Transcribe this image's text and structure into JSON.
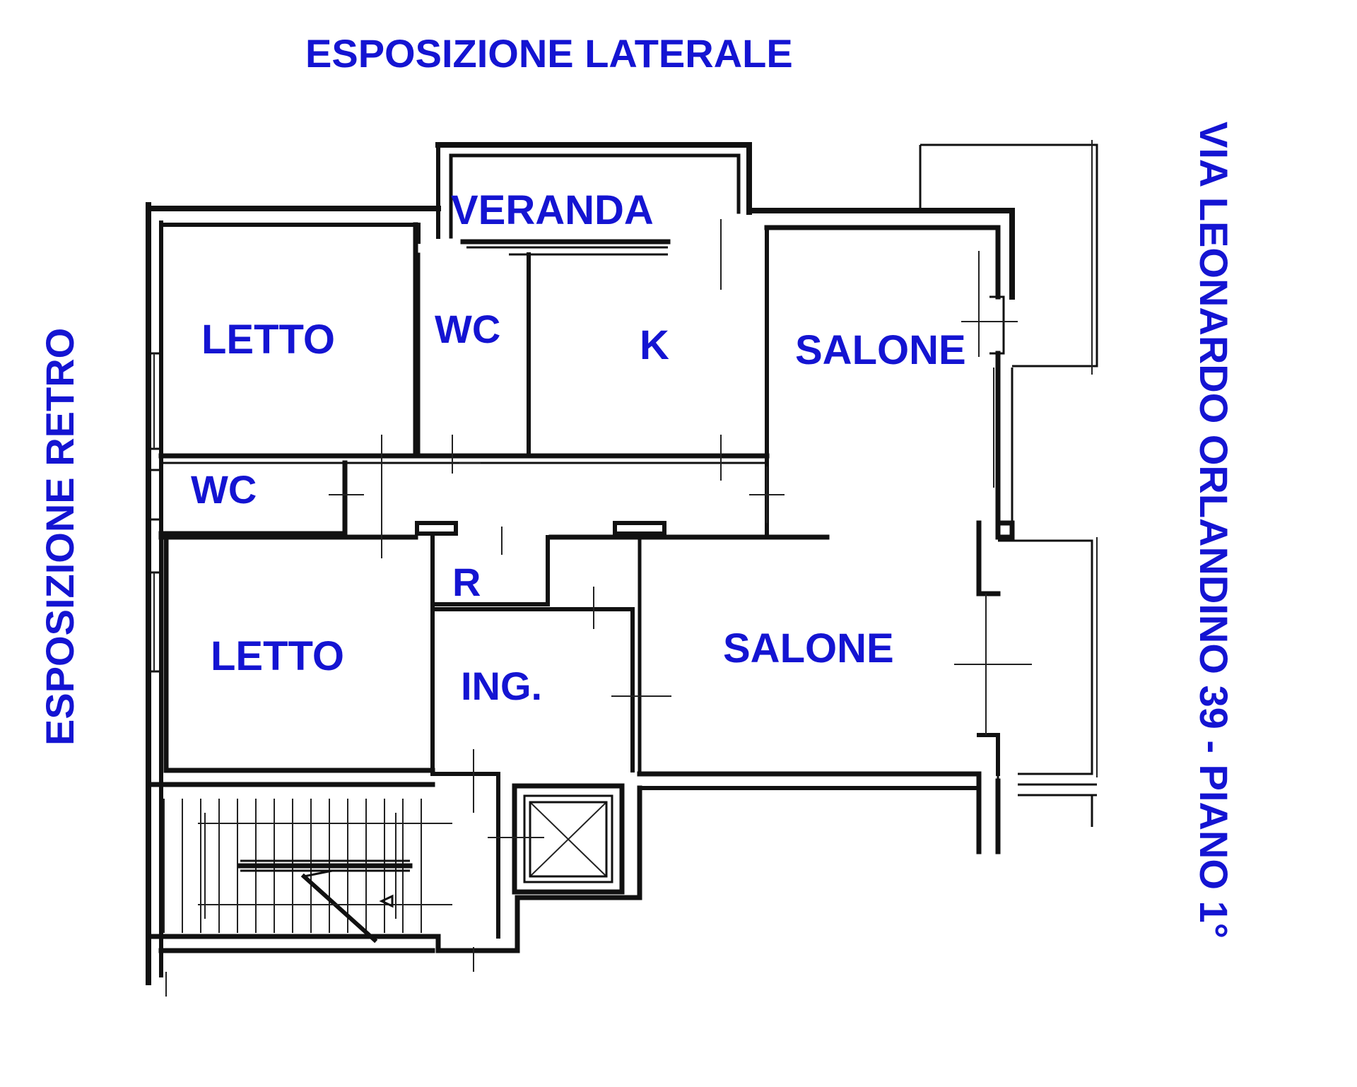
{
  "headings": {
    "top": "ESPOSIZIONE LATERALE",
    "left": "ESPOSIZIONE RETRO",
    "right": "VIA LEONARDO ORLANDINO 39 - PIANO 1°"
  },
  "rooms": {
    "veranda": "VERANDA",
    "letto_top": "LETTO",
    "wc_top": "WC",
    "kitchen": "K",
    "salone_top": "SALONE",
    "wc_left": "WC",
    "ripostiglio": "R",
    "letto_bottom": "LETTO",
    "ingresso": "ING.",
    "salone_bottom": "SALONE"
  },
  "colors": {
    "label": "#1414d2",
    "walls": "#111111"
  }
}
